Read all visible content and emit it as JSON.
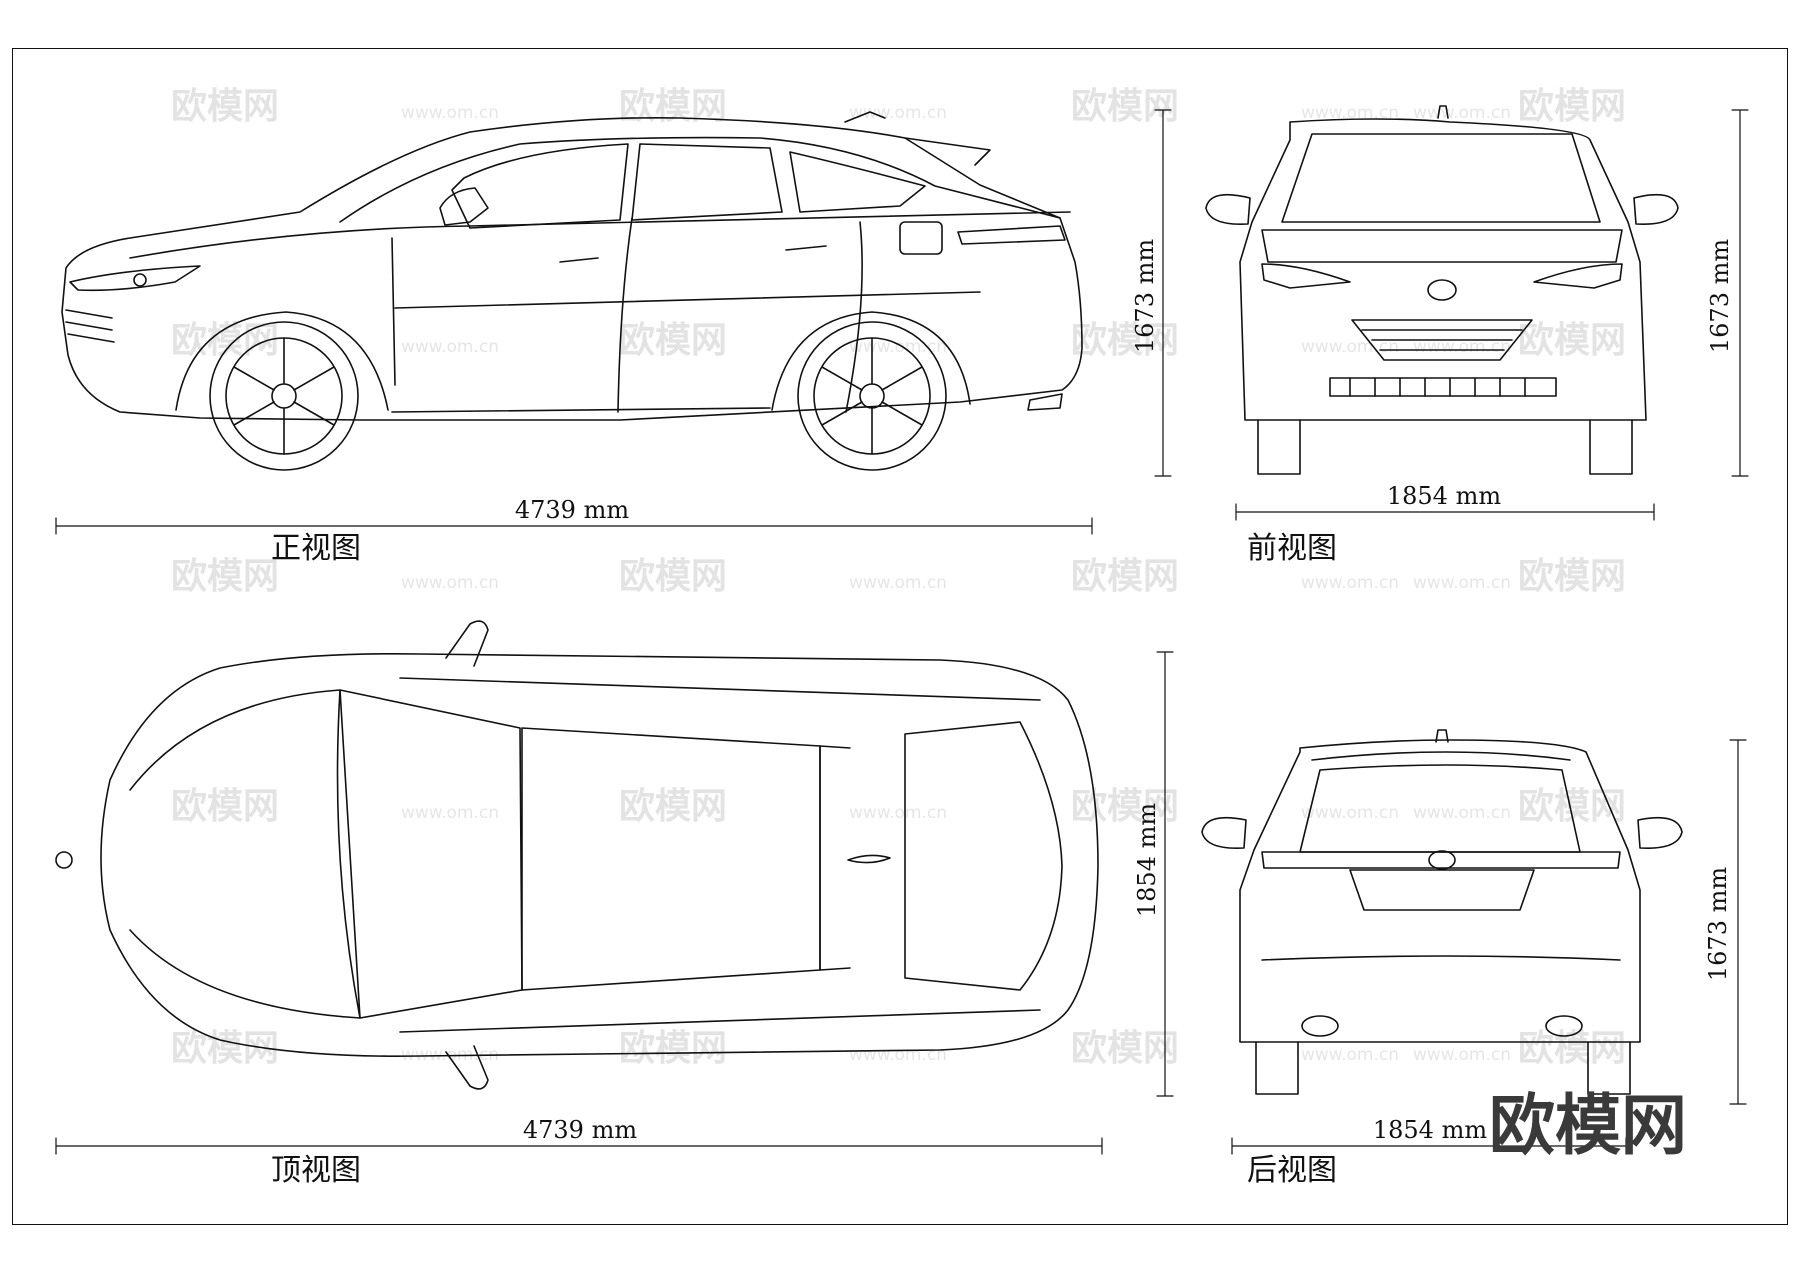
{
  "views": {
    "side": {
      "caption": "正视图",
      "length_label": "4739 mm",
      "height_label": "1673 mm"
    },
    "front": {
      "caption": "前视图",
      "width_label": "1854 mm",
      "height_label": "1673 mm"
    },
    "top": {
      "caption": "顶视图",
      "length_label": "4739 mm",
      "width_label": "1854 mm"
    },
    "rear": {
      "caption": "后视图",
      "width_label": "1854 mm",
      "height_label": "1673 mm"
    }
  },
  "watermark": {
    "brand": "欧模网",
    "url": "www.om.cn"
  },
  "logo": "欧模网"
}
